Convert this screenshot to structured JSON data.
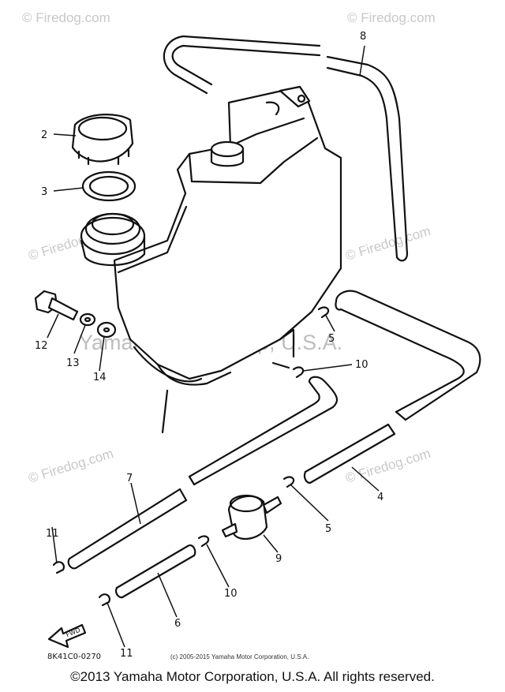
{
  "watermarks": {
    "site": "© Firedog.com",
    "corp": "Yamaha Motor Corp, U.S.A."
  },
  "callouts": [
    "2",
    "3",
    "12",
    "13",
    "14",
    "8",
    "5",
    "10",
    "7",
    "4",
    "5",
    "11",
    "9",
    "10",
    "6",
    "11"
  ],
  "figure_code": "8K41C0-0270",
  "fwd_label": "FWD",
  "small_copyright": "(c) 2005-2015 Yamaha Motor Corporation, U.S.A.",
  "footer": "©2013 Yamaha Motor Corporation, U.S.A. All rights reserved."
}
